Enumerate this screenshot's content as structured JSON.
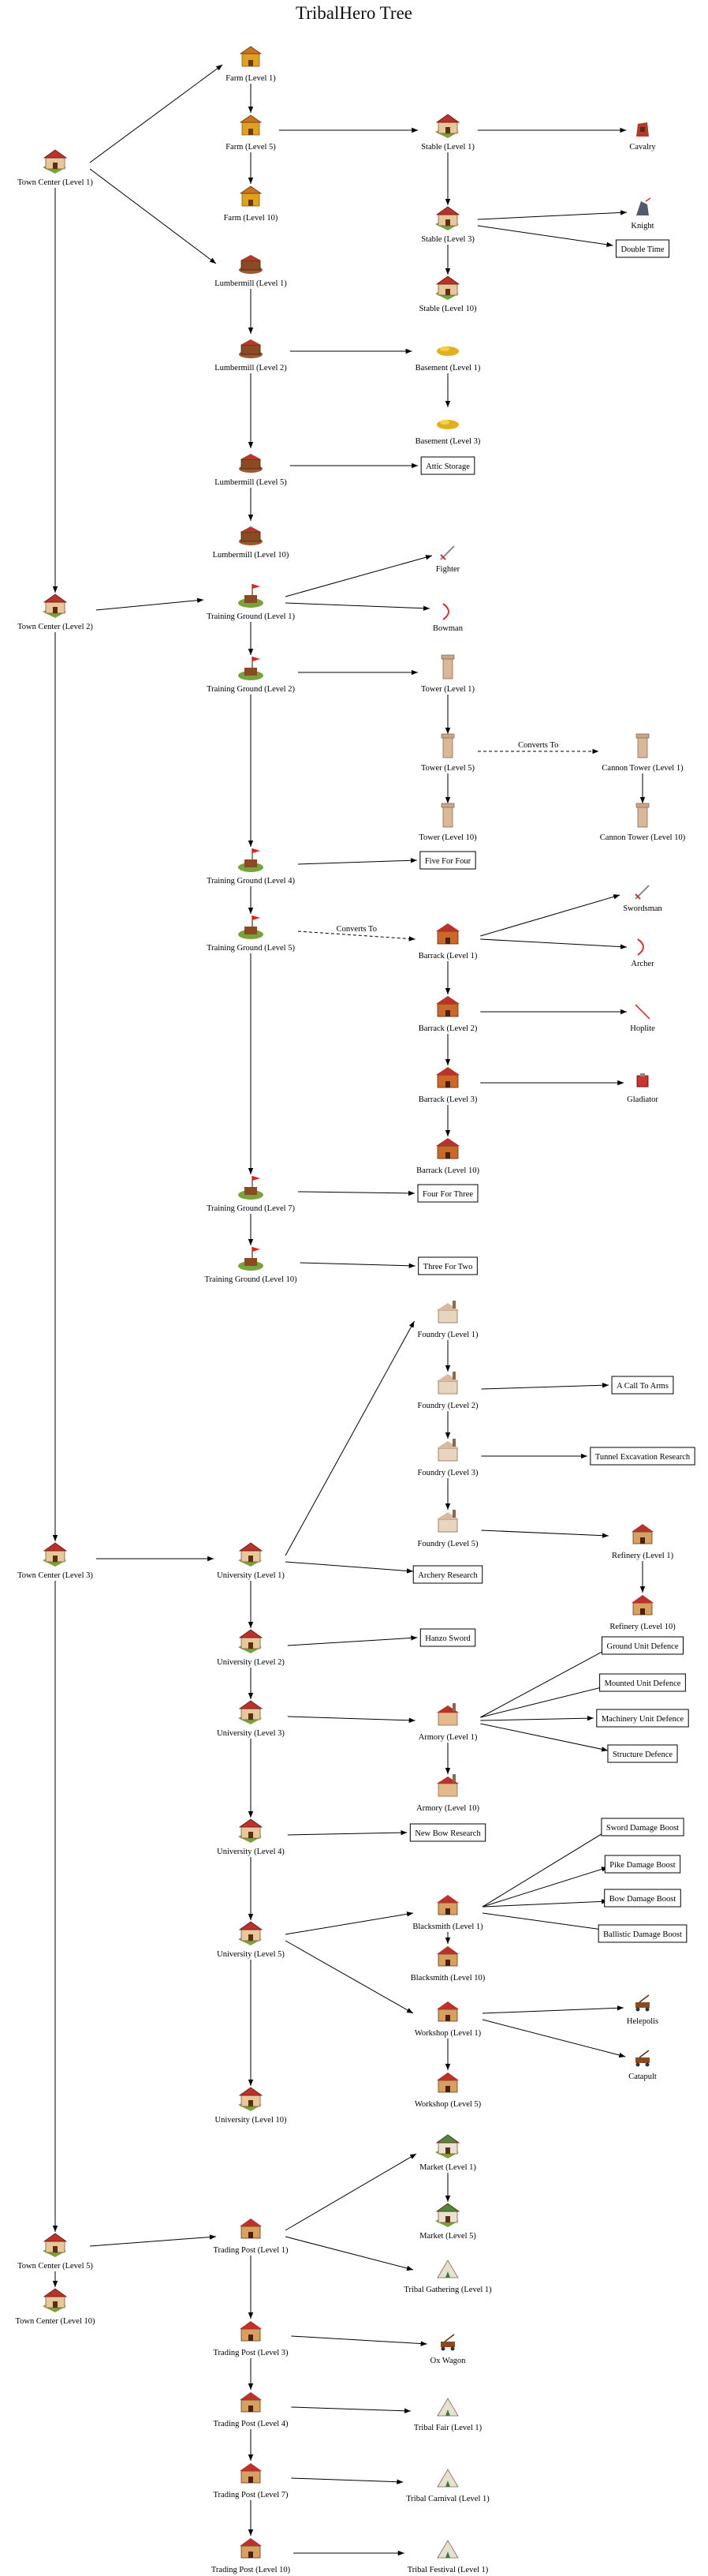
{
  "title": "TribalHero Tree",
  "nodes": [
    {
      "id": "tc1",
      "label": "Town Center (Level 1)",
      "icon": "towncenter"
    },
    {
      "id": "tc2",
      "label": "Town Center (Level 2)",
      "icon": "towncenter"
    },
    {
      "id": "tc3",
      "label": "Town Center (Level 3)",
      "icon": "towncenter"
    },
    {
      "id": "tc5",
      "label": "Town Center (Level 5)",
      "icon": "towncenter"
    },
    {
      "id": "tc10",
      "label": "Town Center (Level 10)",
      "icon": "towncenter"
    },
    {
      "id": "farm1",
      "label": "Farm (Level 1)",
      "icon": "farm"
    },
    {
      "id": "farm5",
      "label": "Farm (Level 5)",
      "icon": "farm"
    },
    {
      "id": "farm10",
      "label": "Farm (Level 10)",
      "icon": "farm"
    },
    {
      "id": "stable1",
      "label": "Stable (Level 1)",
      "icon": "stable"
    },
    {
      "id": "stable3",
      "label": "Stable (Level 3)",
      "icon": "stable"
    },
    {
      "id": "stable10",
      "label": "Stable (Level 10)",
      "icon": "stable"
    },
    {
      "id": "cavalry",
      "label": "Cavalry",
      "icon": "cavalry"
    },
    {
      "id": "knight",
      "label": "Knight",
      "icon": "knight"
    },
    {
      "id": "doubletime",
      "label": "Double Time",
      "box": true
    },
    {
      "id": "lm1",
      "label": "Lumbermill (Level 1)",
      "icon": "lumbermill"
    },
    {
      "id": "lm2",
      "label": "Lumbermill (Level 2)",
      "icon": "lumbermill"
    },
    {
      "id": "lm5",
      "label": "Lumbermill (Level 5)",
      "icon": "lumbermill"
    },
    {
      "id": "lm10",
      "label": "Lumbermill (Level 10)",
      "icon": "lumbermill"
    },
    {
      "id": "base1",
      "label": "Basement (Level 1)",
      "icon": "basement"
    },
    {
      "id": "base3",
      "label": "Basement (Level 3)",
      "icon": "basement"
    },
    {
      "id": "attic",
      "label": "Attic Storage",
      "box": true
    },
    {
      "id": "tg1",
      "label": "Training Ground (Level 1)",
      "icon": "training"
    },
    {
      "id": "tg2",
      "label": "Training Ground (Level 2)",
      "icon": "training"
    },
    {
      "id": "tg4",
      "label": "Training Ground (Level 4)",
      "icon": "training"
    },
    {
      "id": "tg5",
      "label": "Training Ground (Level 5)",
      "icon": "training"
    },
    {
      "id": "tg7",
      "label": "Training Ground (Level 7)",
      "icon": "training"
    },
    {
      "id": "tg10",
      "label": "Training Ground (Level 10)",
      "icon": "training"
    },
    {
      "id": "fighter",
      "label": "Fighter",
      "icon": "sword"
    },
    {
      "id": "bowman",
      "label": "Bowman",
      "icon": "bow"
    },
    {
      "id": "tower1",
      "label": "Tower (Level 1)",
      "icon": "tower"
    },
    {
      "id": "tower5",
      "label": "Tower (Level 5)",
      "icon": "tower"
    },
    {
      "id": "tower10",
      "label": "Tower (Level 10)",
      "icon": "tower"
    },
    {
      "id": "ct1",
      "label": "Cannon Tower (Level 1)",
      "icon": "tower"
    },
    {
      "id": "ct10",
      "label": "Cannon Tower (Level 10)",
      "icon": "tower"
    },
    {
      "id": "fiveforfour",
      "label": "Five For Four",
      "box": true
    },
    {
      "id": "barr1",
      "label": "Barrack (Level 1)",
      "icon": "barrack"
    },
    {
      "id": "barr2",
      "label": "Barrack (Level 2)",
      "icon": "barrack"
    },
    {
      "id": "barr3",
      "label": "Barrack (Level 3)",
      "icon": "barrack"
    },
    {
      "id": "barr10",
      "label": "Barrack (Level 10)",
      "icon": "barrack"
    },
    {
      "id": "swordsman",
      "label": "Swordsman",
      "icon": "sword"
    },
    {
      "id": "archer",
      "label": "Archer",
      "icon": "bow"
    },
    {
      "id": "hoplite",
      "label": "Hoplite",
      "icon": "spear"
    },
    {
      "id": "gladiator",
      "label": "Gladiator",
      "icon": "gladiator"
    },
    {
      "id": "fourforthree",
      "label": "Four For Three",
      "box": true
    },
    {
      "id": "threefortwo",
      "label": "Three For Two",
      "box": true
    },
    {
      "id": "found1",
      "label": "Foundry (Level 1)",
      "icon": "foundry"
    },
    {
      "id": "found2",
      "label": "Foundry (Level 2)",
      "icon": "foundry"
    },
    {
      "id": "found3",
      "label": "Foundry (Level 3)",
      "icon": "foundry"
    },
    {
      "id": "found5",
      "label": "Foundry (Level 5)",
      "icon": "foundry"
    },
    {
      "id": "calltoarms",
      "label": "A Call To Arms",
      "box": true
    },
    {
      "id": "tunnel",
      "label": "Tunnel Excavation Research",
      "box": true
    },
    {
      "id": "ref1",
      "label": "Refinery (Level 1)",
      "icon": "refinery"
    },
    {
      "id": "ref10",
      "label": "Refinery (Level 10)",
      "icon": "refinery"
    },
    {
      "id": "uni1",
      "label": "University (Level 1)",
      "icon": "university"
    },
    {
      "id": "uni2",
      "label": "University (Level 2)",
      "icon": "university"
    },
    {
      "id": "uni3",
      "label": "University (Level 3)",
      "icon": "university"
    },
    {
      "id": "uni4",
      "label": "University (Level 4)",
      "icon": "university"
    },
    {
      "id": "uni5",
      "label": "University (Level 5)",
      "icon": "university"
    },
    {
      "id": "uni10",
      "label": "University (Level 10)",
      "icon": "university"
    },
    {
      "id": "archeryres",
      "label": "Archery Research",
      "box": true
    },
    {
      "id": "hanzo",
      "label": "Hanzo Sword",
      "box": true
    },
    {
      "id": "arm1",
      "label": "Armory (Level 1)",
      "icon": "armory"
    },
    {
      "id": "arm10",
      "label": "Armory (Level 10)",
      "icon": "armory"
    },
    {
      "id": "gud",
      "label": "Ground Unit Defence",
      "box": true
    },
    {
      "id": "mud",
      "label": "Mounted Unit Defence",
      "box": true
    },
    {
      "id": "machud",
      "label": "Machinery Unit Defence",
      "box": true
    },
    {
      "id": "sd",
      "label": "Structure Defence",
      "box": true
    },
    {
      "id": "newbow",
      "label": "New Bow Research",
      "box": true
    },
    {
      "id": "bs1",
      "label": "Blacksmith (Level 1)",
      "icon": "blacksmith"
    },
    {
      "id": "bs10",
      "label": "Blacksmith (Level 10)",
      "icon": "blacksmith"
    },
    {
      "id": "sdb",
      "label": "Sword Damage Boost",
      "box": true
    },
    {
      "id": "pdb",
      "label": "Pike Damage Boost",
      "box": true
    },
    {
      "id": "bdb",
      "label": "Bow Damage Boost",
      "box": true
    },
    {
      "id": "baldb",
      "label": "Ballistic Damage Boost",
      "box": true
    },
    {
      "id": "ws1",
      "label": "Workshop (Level 1)",
      "icon": "workshop"
    },
    {
      "id": "ws5",
      "label": "Workshop (Level 5)",
      "icon": "workshop"
    },
    {
      "id": "helepolis",
      "label": "Helepolis",
      "icon": "siege"
    },
    {
      "id": "catapult",
      "label": "Catapult",
      "icon": "siege"
    },
    {
      "id": "mk1",
      "label": "Market (Level 1)",
      "icon": "market"
    },
    {
      "id": "mk5",
      "label": "Market (Level 5)",
      "icon": "market"
    },
    {
      "id": "tp1",
      "label": "Trading Post (Level 1)",
      "icon": "trading"
    },
    {
      "id": "tp3",
      "label": "Trading Post (Level 3)",
      "icon": "trading"
    },
    {
      "id": "tp4",
      "label": "Trading Post (Level 4)",
      "icon": "trading"
    },
    {
      "id": "tp7",
      "label": "Trading Post (Level 7)",
      "icon": "trading"
    },
    {
      "id": "tp10",
      "label": "Trading Post (Level 10)",
      "icon": "trading"
    },
    {
      "id": "tgather",
      "label": "Tribal Gathering (Level 1)",
      "icon": "tribal"
    },
    {
      "id": "oxwagon",
      "label": "Ox Wagon",
      "icon": "siege"
    },
    {
      "id": "tfair",
      "label": "Tribal Fair (Level 1)",
      "icon": "tribal"
    },
    {
      "id": "tcarnival",
      "label": "Tribal Carnival (Level 1)",
      "icon": "tribal"
    },
    {
      "id": "tfestival",
      "label": "Tribal Festival (Level 1)",
      "icon": "tribal"
    }
  ],
  "edges": [
    {
      "from": "tc1",
      "to": "farm1"
    },
    {
      "from": "tc1",
      "to": "lm1"
    },
    {
      "from": "tc1",
      "to": "tc2"
    },
    {
      "from": "farm1",
      "to": "farm5"
    },
    {
      "from": "farm5",
      "to": "farm10"
    },
    {
      "from": "farm5",
      "to": "stable1"
    },
    {
      "from": "stable1",
      "to": "cavalry"
    },
    {
      "from": "stable1",
      "to": "stable3"
    },
    {
      "from": "stable3",
      "to": "knight"
    },
    {
      "from": "stable3",
      "to": "doubletime"
    },
    {
      "from": "stable3",
      "to": "stable10"
    },
    {
      "from": "lm1",
      "to": "lm2"
    },
    {
      "from": "lm2",
      "to": "base1"
    },
    {
      "from": "base1",
      "to": "base3"
    },
    {
      "from": "lm2",
      "to": "lm5"
    },
    {
      "from": "lm5",
      "to": "attic"
    },
    {
      "from": "lm5",
      "to": "lm10"
    },
    {
      "from": "tc2",
      "to": "tg1"
    },
    {
      "from": "tc2",
      "to": "tc3"
    },
    {
      "from": "tg1",
      "to": "fighter"
    },
    {
      "from": "tg1",
      "to": "bowman"
    },
    {
      "from": "tg1",
      "to": "tg2"
    },
    {
      "from": "tg2",
      "to": "tower1"
    },
    {
      "from": "tower1",
      "to": "tower5"
    },
    {
      "from": "tower5",
      "to": "tower10"
    },
    {
      "from": "tower5",
      "to": "ct1",
      "dashed": true,
      "label": "Converts To"
    },
    {
      "from": "ct1",
      "to": "ct10"
    },
    {
      "from": "tg2",
      "to": "tg4"
    },
    {
      "from": "tg4",
      "to": "fiveforfour"
    },
    {
      "from": "tg4",
      "to": "tg5"
    },
    {
      "from": "tg5",
      "to": "barr1",
      "dashed": true,
      "label": "Converts To"
    },
    {
      "from": "barr1",
      "to": "swordsman"
    },
    {
      "from": "barr1",
      "to": "archer"
    },
    {
      "from": "barr1",
      "to": "barr2"
    },
    {
      "from": "barr2",
      "to": "hoplite"
    },
    {
      "from": "barr2",
      "to": "barr3"
    },
    {
      "from": "barr3",
      "to": "gladiator"
    },
    {
      "from": "barr3",
      "to": "barr10"
    },
    {
      "from": "tg5",
      "to": "tg7"
    },
    {
      "from": "tg7",
      "to": "fourforthree"
    },
    {
      "from": "tg7",
      "to": "tg10"
    },
    {
      "from": "tg10",
      "to": "threefortwo"
    },
    {
      "from": "tc3",
      "to": "uni1"
    },
    {
      "from": "tc3",
      "to": "tc5"
    },
    {
      "from": "uni1",
      "to": "found1"
    },
    {
      "from": "uni1",
      "to": "archeryres"
    },
    {
      "from": "uni1",
      "to": "uni2"
    },
    {
      "from": "found1",
      "to": "found2"
    },
    {
      "from": "found2",
      "to": "calltoarms"
    },
    {
      "from": "found2",
      "to": "found3"
    },
    {
      "from": "found3",
      "to": "tunnel"
    },
    {
      "from": "found3",
      "to": "found5"
    },
    {
      "from": "found5",
      "to": "ref1"
    },
    {
      "from": "ref1",
      "to": "ref10"
    },
    {
      "from": "uni2",
      "to": "hanzo"
    },
    {
      "from": "uni2",
      "to": "uni3"
    },
    {
      "from": "uni3",
      "to": "arm1"
    },
    {
      "from": "uni3",
      "to": "uni4"
    },
    {
      "from": "arm1",
      "to": "gud"
    },
    {
      "from": "arm1",
      "to": "mud"
    },
    {
      "from": "arm1",
      "to": "machud"
    },
    {
      "from": "arm1",
      "to": "sd"
    },
    {
      "from": "arm1",
      "to": "arm10"
    },
    {
      "from": "uni4",
      "to": "newbow"
    },
    {
      "from": "uni4",
      "to": "uni5"
    },
    {
      "from": "uni5",
      "to": "bs1"
    },
    {
      "from": "uni5",
      "to": "ws1"
    },
    {
      "from": "uni5",
      "to": "uni10"
    },
    {
      "from": "bs1",
      "to": "sdb"
    },
    {
      "from": "bs1",
      "to": "pdb"
    },
    {
      "from": "bs1",
      "to": "bdb"
    },
    {
      "from": "bs1",
      "to": "baldb"
    },
    {
      "from": "bs1",
      "to": "bs10"
    },
    {
      "from": "ws1",
      "to": "helepolis"
    },
    {
      "from": "ws1",
      "to": "catapult"
    },
    {
      "from": "ws1",
      "to": "ws5"
    },
    {
      "from": "tc5",
      "to": "tp1"
    },
    {
      "from": "tc5",
      "to": "tc10"
    },
    {
      "from": "tp1",
      "to": "mk1"
    },
    {
      "from": "mk1",
      "to": "mk5"
    },
    {
      "from": "tp1",
      "to": "tgather"
    },
    {
      "from": "tp1",
      "to": "tp3"
    },
    {
      "from": "tp3",
      "to": "oxwagon"
    },
    {
      "from": "tp3",
      "to": "tp4"
    },
    {
      "from": "tp4",
      "to": "tfair"
    },
    {
      "from": "tp4",
      "to": "tp7"
    },
    {
      "from": "tp7",
      "to": "tcarnival"
    },
    {
      "from": "tp7",
      "to": "tp10"
    },
    {
      "from": "tp10",
      "to": "tfestival"
    }
  ],
  "colors": {
    "roof": "#b7332b",
    "wall": "#e8c79a",
    "wood": "#8a4a22",
    "stone": "#d9b89a",
    "grass": "#7aa23c",
    "gold": "#e0a020"
  }
}
